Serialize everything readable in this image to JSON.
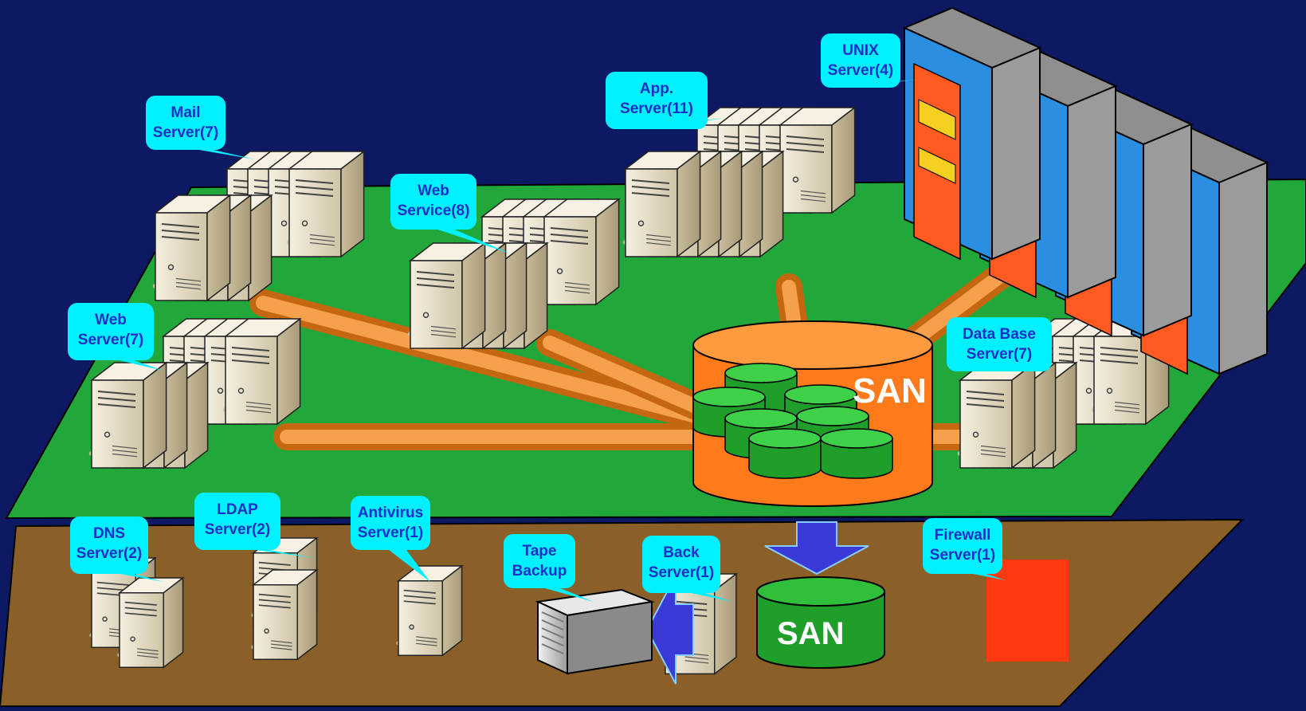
{
  "colors": {
    "background": "#0d1a63",
    "upper_platform": "#22a83a",
    "lower_platform": "#8a6028",
    "link": "#e58a2f",
    "callout_bg": "#00f0ff",
    "callout_text": "#1830c8",
    "san_primary": "#ff7a1a",
    "san_backup": "#1f9f2a",
    "arrow": "#3a3ad8",
    "server_case": "#ece4cd",
    "unix_rack": "#ff5a1f"
  },
  "labels": {
    "mail": [
      "Mail",
      "Server(7)"
    ],
    "web_service": [
      "Web",
      "Service(8)"
    ],
    "app": [
      "App.",
      "Server(11)"
    ],
    "unix": [
      "UNIX",
      "Server(4)"
    ],
    "web": [
      "Web",
      "Server(7)"
    ],
    "database": [
      "Data Base",
      "Server(7)"
    ],
    "dns": [
      "DNS",
      "Server(2)"
    ],
    "ldap": [
      "LDAP",
      "Server(2)"
    ],
    "antivirus": [
      "Antivirus",
      "Server(1)"
    ],
    "tape": [
      "Tape",
      "Backup"
    ],
    "back": [
      "Back",
      "Server(1)"
    ],
    "firewall": [
      "Firewall",
      "Server(1)"
    ]
  },
  "san_main": "SAN",
  "san_backup": "SAN",
  "icons": [
    "server-tower-icon",
    "unix-rack-icon",
    "storage-cylinder-icon",
    "tape-drive-icon",
    "arrow-down-icon",
    "arrow-left-icon"
  ]
}
